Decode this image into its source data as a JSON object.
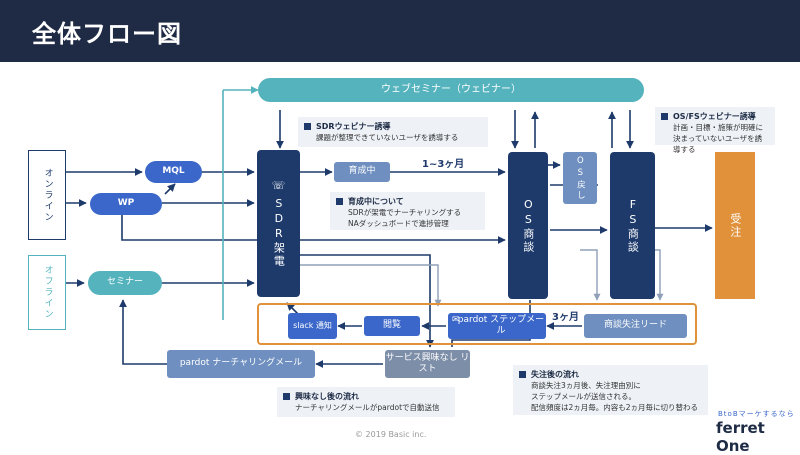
{
  "page": {
    "title": "全体フロー図",
    "copyright": "© 2019 Basic inc."
  },
  "brand": {
    "tagline": "BtoBマーケするなら",
    "name": "ferret One"
  },
  "sources": {
    "online": "オンライン",
    "offline": "オフライン"
  },
  "nodes": {
    "mql": "MQL",
    "wp": "WP",
    "seminar": "セミナー",
    "webinar": "ウェブセミナー（ウェビナー）",
    "sdr": "SDR架電",
    "nurturing": "育成中",
    "os_meeting": "OS商談",
    "os_back": "OS戻し",
    "fs_meeting": "FS商談",
    "order": "受注",
    "lost_lead": "商談失注リード",
    "pardot_step": "pardot ステップメール",
    "browse": "閲覧",
    "slack": "slack 通知",
    "no_interest": "サービス興味なし リスト",
    "pardot_nurture": "pardot ナーチャリングメール"
  },
  "labels": {
    "one_to_three": "1~3ヶ月",
    "three_months": "3ヶ月"
  },
  "notes": {
    "sdr_webinar": {
      "title": "SDRウェビナー誘導",
      "body": [
        "課題が整理できていないユーザを誘導する"
      ]
    },
    "os_fs_webinar": {
      "title": "OS/FSウェビナー誘導",
      "body": [
        "計画・目標・施策が明確に",
        "決まっていないユーザを誘導する"
      ]
    },
    "nurturing": {
      "title": "育成中について",
      "body": [
        "SDRが架電でナーチャリングする",
        "NAダッシュボードで進捗管理"
      ]
    },
    "after_lost": {
      "title": "失注後の流れ",
      "body": [
        "商談失注3ヵ月後、失注理由別に",
        "ステップメールが送信される。",
        "配信頻度は2ヵ月毎。内容も2ヵ月毎に切り替わる"
      ]
    },
    "after_no_interest": {
      "title": "興味なし後の流れ",
      "body": [
        "ナーチャリングメールがpardotで自動送信"
      ]
    }
  },
  "colors": {
    "header": "#1f2a44",
    "navy": "#1d3a6b",
    "blue": "#3a67c9",
    "teal": "#55b3bd",
    "orange": "#e0913a",
    "loop_border": "#e0913a"
  }
}
